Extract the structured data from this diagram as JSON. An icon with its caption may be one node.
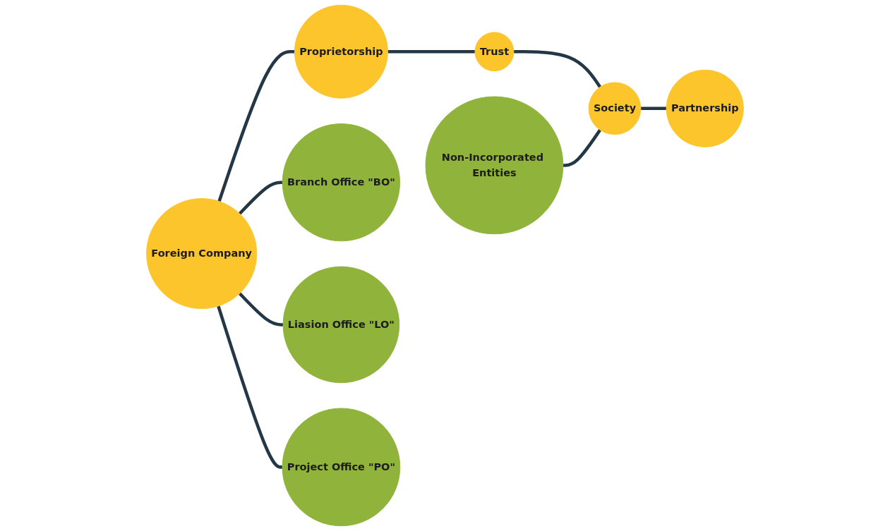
{
  "diagram": {
    "nodes": [
      {
        "text": [
          "Non-Incorporated Entities"
        ]
      },
      {
        "text": [
          "Foreign Company"
        ]
      },
      {
        "text": [
          "Proprietorship"
        ]
      },
      {
        "text": [
          "Trust"
        ]
      },
      {
        "text": [
          "Society"
        ]
      },
      {
        "text": [
          "Partnership"
        ]
      },
      {
        "text": [
          "Branch Office \"BO\""
        ]
      },
      {
        "text": [
          "Liasion Office \"LO\""
        ]
      },
      {
        "text": [
          "Project Office \"PO\""
        ]
      }
    ],
    "edges": [
      {
        "from": 1,
        "to": 2,
        "arrow": "none"
      },
      {
        "from": 2,
        "to": 3,
        "arrow": "none"
      },
      {
        "from": 3,
        "to": 4,
        "arrow": "none"
      },
      {
        "from": 4,
        "to": 5,
        "arrow": "none"
      },
      {
        "from": 0,
        "to": 4,
        "arrow": "none"
      },
      {
        "from": 1,
        "to": 6,
        "arrow": "none"
      },
      {
        "from": 1,
        "to": 7,
        "arrow": "none"
      },
      {
        "from": 1,
        "to": 8,
        "arrow": "none"
      }
    ]
  }
}
